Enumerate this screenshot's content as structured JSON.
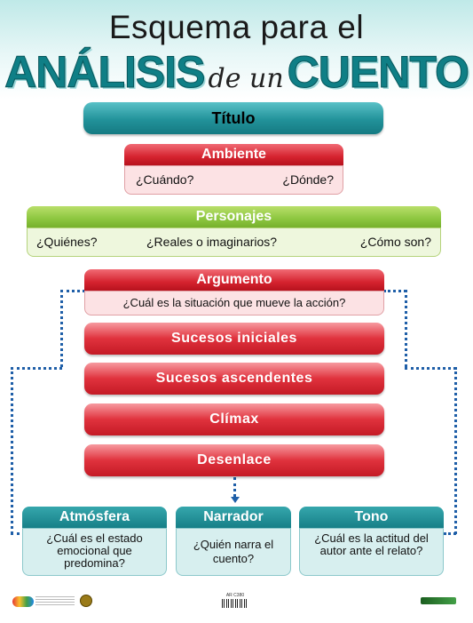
{
  "header": {
    "line1": "Esquema para el",
    "word_analisis": "ANÁLISIS",
    "word_connector": "de un",
    "word_cuento": "CUENTO"
  },
  "titulo": {
    "label": "Título"
  },
  "ambiente": {
    "label": "Ambiente",
    "q1": "¿Cuándo?",
    "q2": "¿Dónde?"
  },
  "personajes": {
    "label": "Personajes",
    "q1": "¿Quiénes?",
    "q2": "¿Reales o imaginarios?",
    "q3": "¿Cómo son?"
  },
  "argumento": {
    "label": "Argumento",
    "question": "¿Cuál es la situación que mueve la acción?"
  },
  "sucesos": [
    "Sucesos iniciales",
    "Sucesos ascendentes",
    "Clímax",
    "Desenlace"
  ],
  "bottom": [
    {
      "label": "Atmósfera",
      "question": "¿Cuál es el estado emocional que predomina?"
    },
    {
      "label": "Narrador",
      "question": "¿Quién narra el cuento?"
    },
    {
      "label": "Tono",
      "question": "¿Cuál es la actitud del autor ante el relato?"
    }
  ],
  "footer": {
    "code": "AR C380"
  },
  "colors": {
    "teal": "#157a82",
    "red": "#d5232f",
    "green": "#8cc63f",
    "dotted": "#1f5fa8"
  }
}
